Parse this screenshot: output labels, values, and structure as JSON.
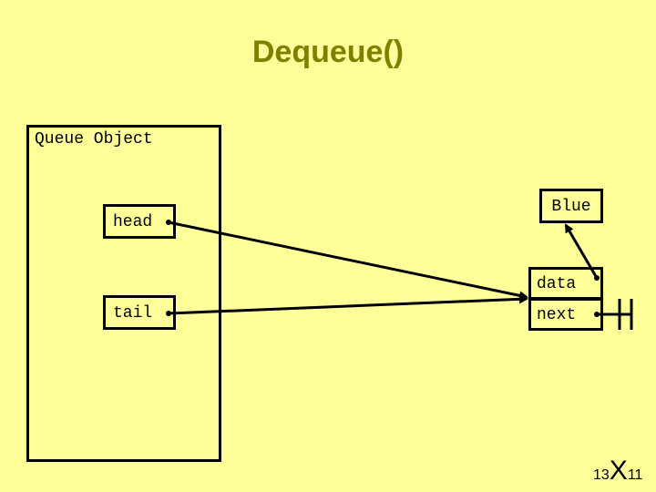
{
  "slide": {
    "title": "Dequeue()",
    "queue_object_label": "Queue Object",
    "head_label": "head",
    "tail_label": "tail",
    "node": {
      "value_label": "Blue",
      "data_label": "data",
      "next_label": "next"
    },
    "page_number": {
      "left": "13",
      "middle": "X",
      "right": "11"
    }
  },
  "colors": {
    "background": "#ffff99",
    "title": "#808000",
    "stroke": "#000000"
  }
}
